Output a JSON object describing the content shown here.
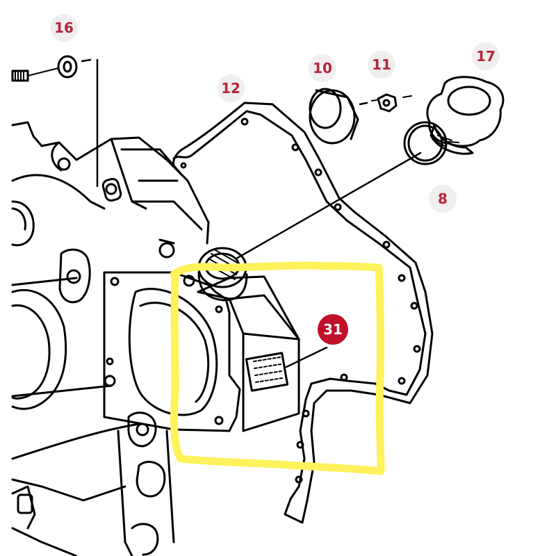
{
  "diagram": {
    "callouts": [
      {
        "id": "c16",
        "label": "16",
        "state": "normal"
      },
      {
        "id": "c12",
        "label": "12",
        "state": "normal"
      },
      {
        "id": "c10",
        "label": "10",
        "state": "normal"
      },
      {
        "id": "c11",
        "label": "11",
        "state": "normal"
      },
      {
        "id": "c17",
        "label": "17",
        "state": "normal"
      },
      {
        "id": "c8",
        "label": "8",
        "state": "normal"
      },
      {
        "id": "c31",
        "label": "31",
        "state": "active"
      }
    ],
    "colors": {
      "callout_text": "#b5253a",
      "callout_bg": "#f0eeee",
      "active_callout_bg": "#c0102a",
      "highlight": "#fff25a",
      "line": "#000000"
    },
    "highlighted_part": "31"
  }
}
